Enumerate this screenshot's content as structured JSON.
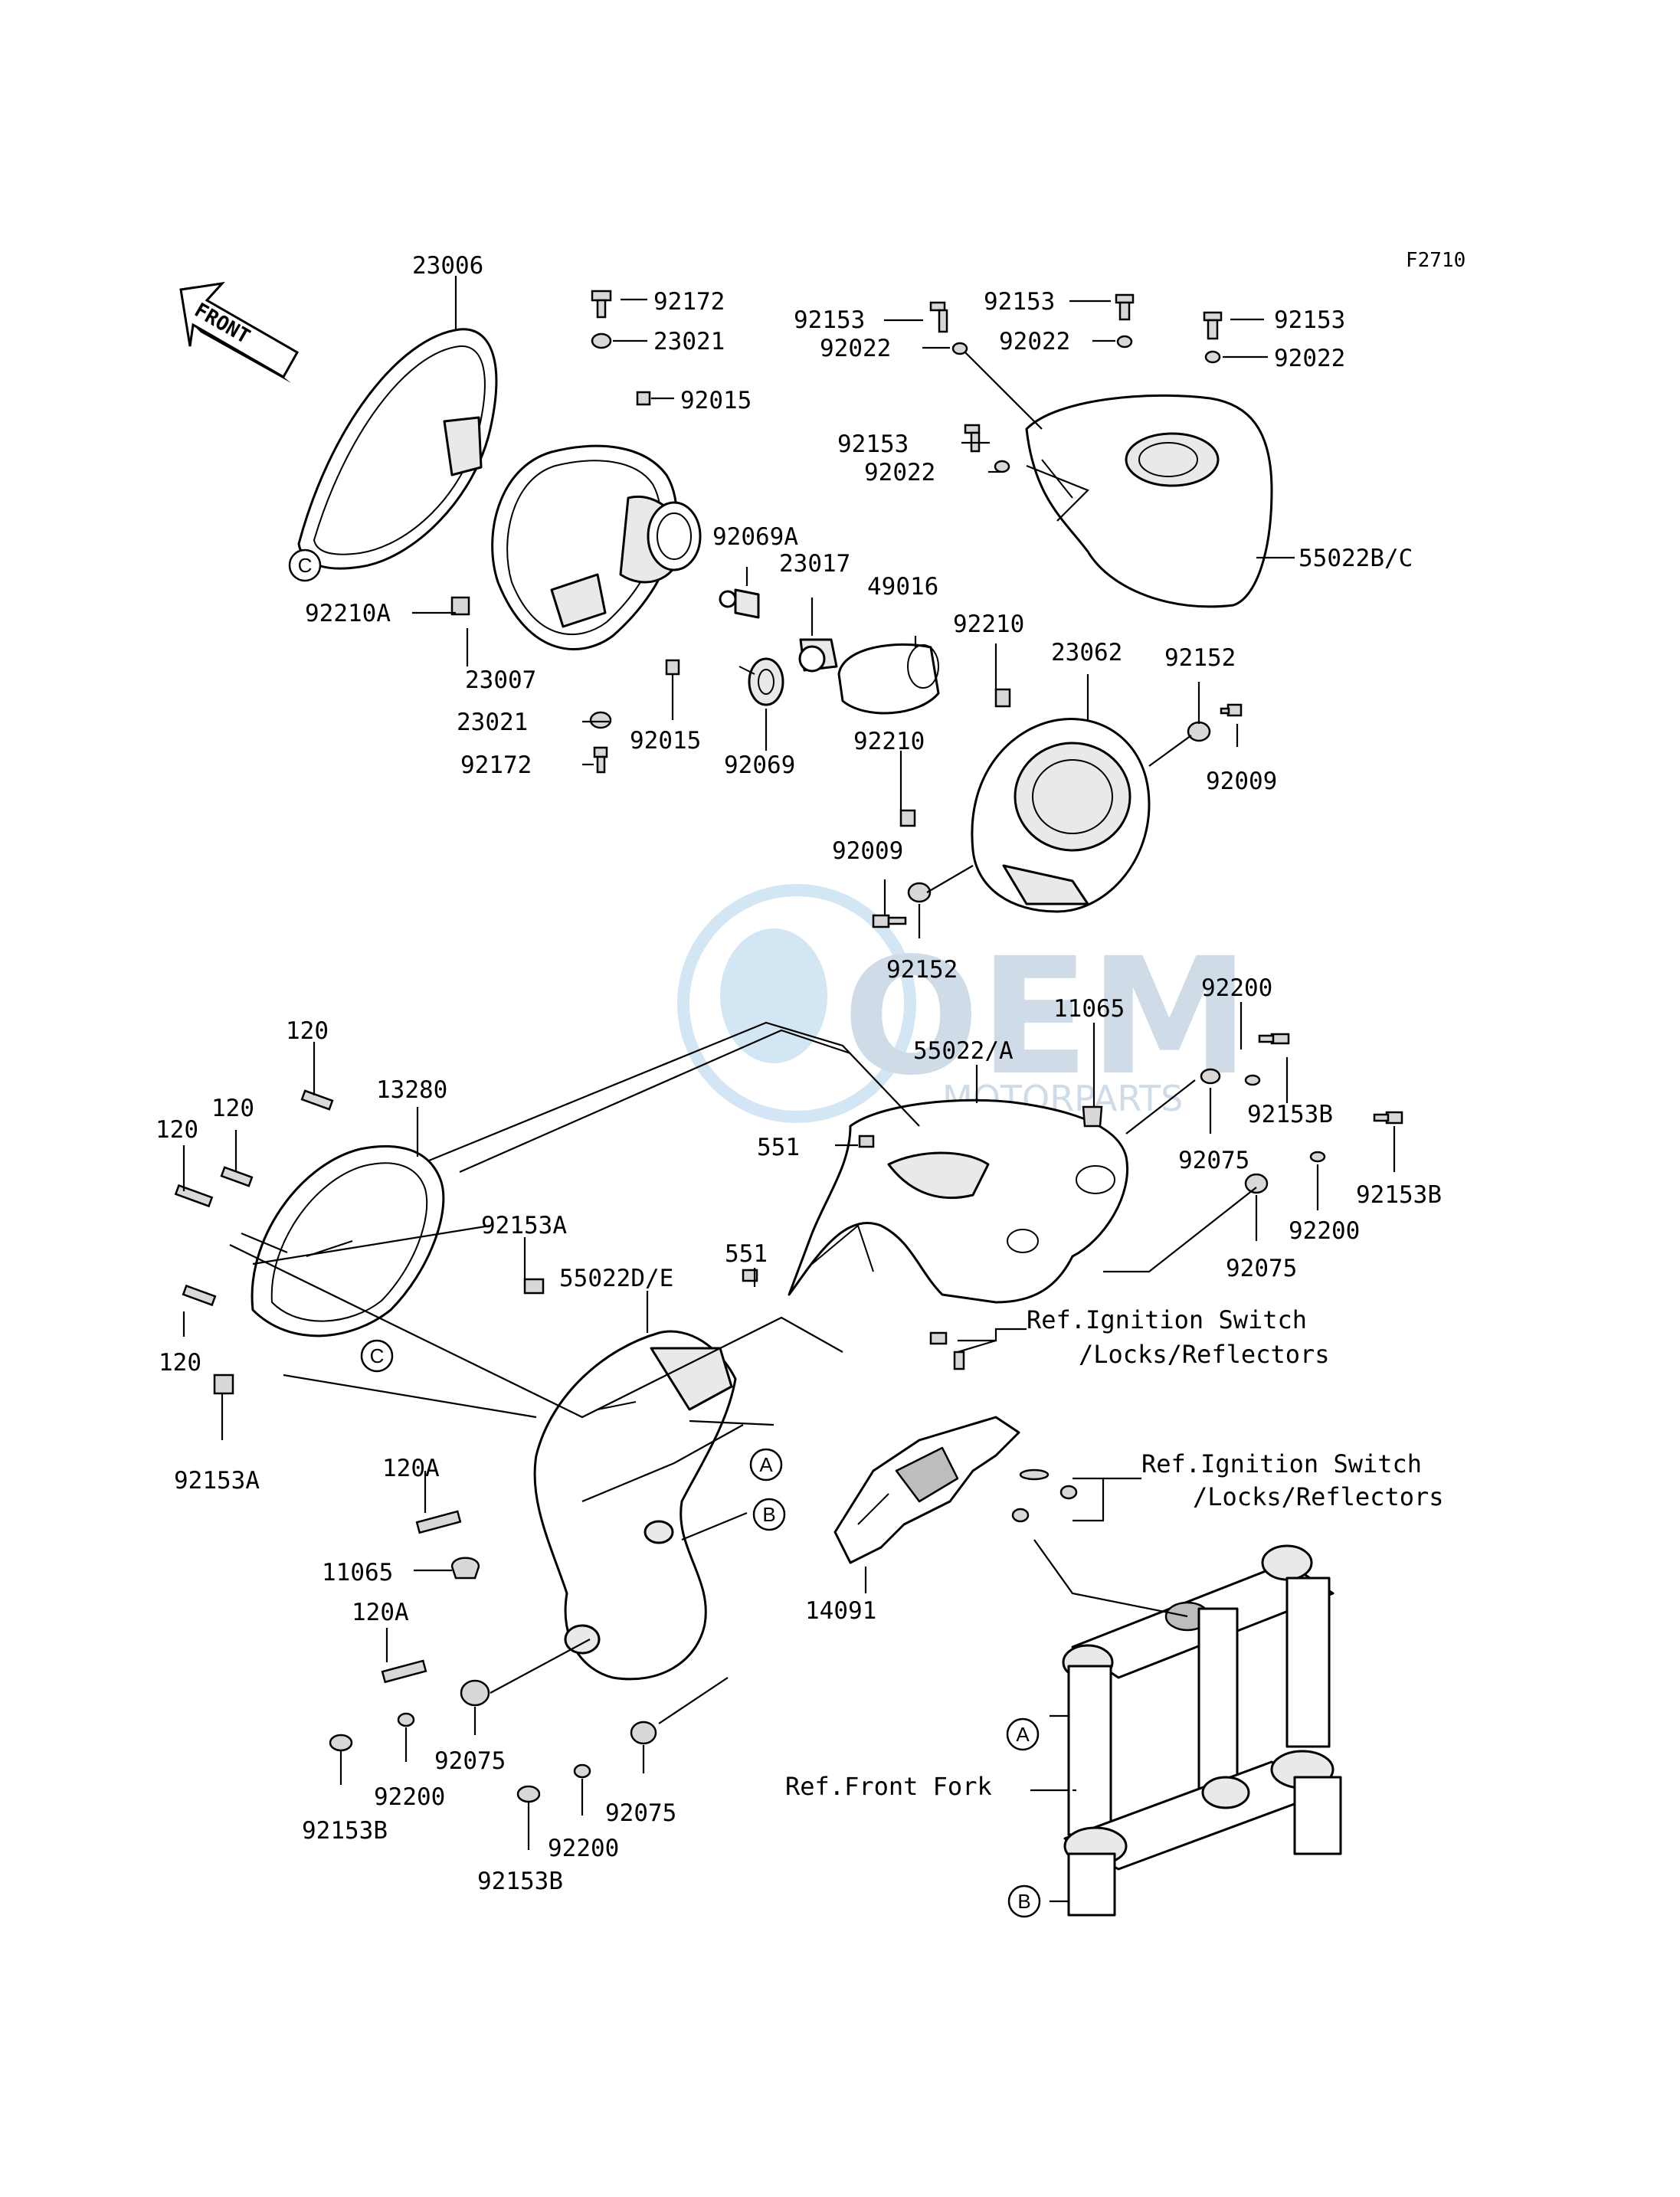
{
  "diagram": {
    "code": "F2710",
    "front_label": "FRONT",
    "watermark": {
      "main": "OEM",
      "sub": "MOTORPARTS"
    },
    "part_labels": [
      "23006",
      "92172",
      "23021",
      "92015",
      "92069A",
      "23017",
      "49016",
      "92153",
      "92022",
      "92153",
      "92022",
      "92153",
      "92022",
      "92153",
      "92022",
      "55022B/C",
      "92210A",
      "23007",
      "23021",
      "92172",
      "92015",
      "92069",
      "92210",
      "23062",
      "92152",
      "92009",
      "92210",
      "92009",
      "92152",
      "120",
      "13280",
      "120",
      "120",
      "120",
      "92153A",
      "92153A",
      "55022/A",
      "11065",
      "92200",
      "92153B",
      "551",
      "92075",
      "92153B",
      "92200",
      "92075",
      "551",
      "55022D/E",
      "120A",
      "11065",
      "120A",
      "92075",
      "92200",
      "92153B",
      "92075",
      "92200",
      "92153B",
      "14091"
    ],
    "references": {
      "ignition_1_line1": "Ref.Ignition Switch",
      "ignition_1_line2": "/Locks/Reflectors",
      "ignition_2_line1": "Ref.Ignition Switch",
      "ignition_2_line2": "/Locks/Reflectors",
      "front_fork": "Ref.Front Fork"
    },
    "callouts": [
      "C",
      "C",
      "A",
      "B",
      "A",
      "B"
    ]
  }
}
